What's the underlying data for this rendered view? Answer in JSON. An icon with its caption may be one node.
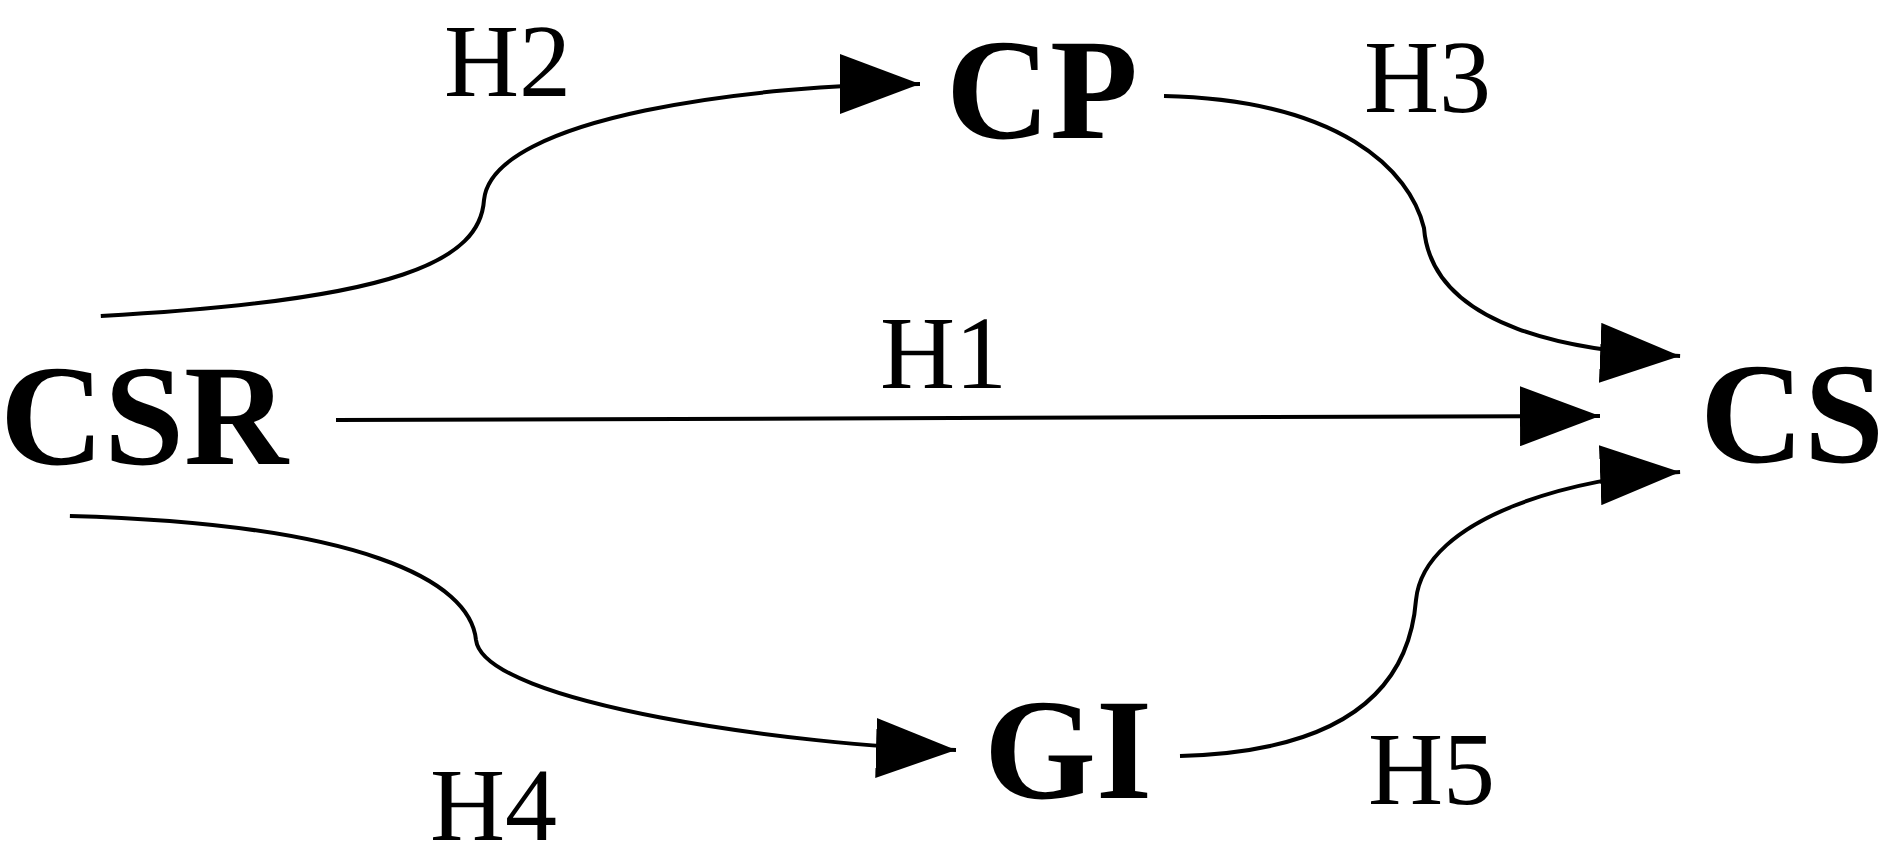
{
  "diagram": {
    "nodes": [
      {
        "text": [
          "CSR"
        ]
      },
      {
        "text": [
          "CP"
        ]
      },
      {
        "text": [
          "CS"
        ]
      },
      {
        "text": [
          "GI"
        ]
      }
    ],
    "edges": [
      {
        "from": 0,
        "to": 1,
        "arrow": "to",
        "label": "H2"
      },
      {
        "from": 1,
        "to": 2,
        "arrow": "to",
        "label": "H3"
      },
      {
        "from": 0,
        "to": 2,
        "arrow": "to",
        "label": "H1"
      },
      {
        "from": 0,
        "to": 3,
        "arrow": "to",
        "label": "H4"
      },
      {
        "from": 3,
        "to": 2,
        "arrow": "to",
        "label": "H5"
      }
    ]
  }
}
